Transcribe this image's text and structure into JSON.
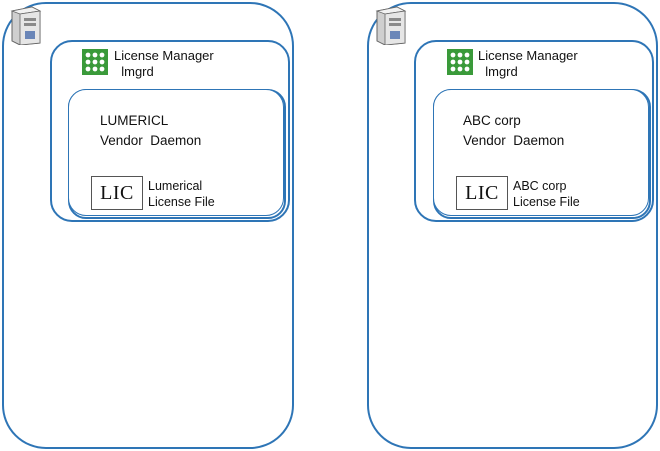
{
  "servers": [
    {
      "manager_title": "License Manager\n  lmgrd",
      "daemon_title": "LUMERICL\nVendor  Daemon",
      "lic_text": "LIC",
      "lic_label": "Lumerical\nLicense File"
    },
    {
      "manager_title": "License Manager\n  lmgrd",
      "daemon_title": "ABC corp\nVendor  Daemon",
      "lic_text": "LIC",
      "lic_label": "ABC corp\nLicense File"
    }
  ],
  "colors": {
    "border": "#2e75b6",
    "icon_green": "#3a9a3a",
    "computer_body": "#e6e6e6"
  },
  "icons": {
    "computer": "computer-tower-icon",
    "license_manager": "grid-icon"
  }
}
